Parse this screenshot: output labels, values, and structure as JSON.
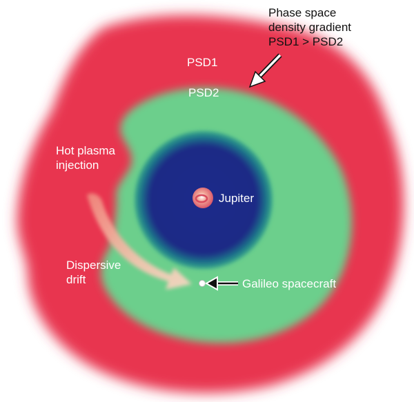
{
  "labels": {
    "gradient": [
      "Phase space",
      "density gradient",
      "PSD1 > PSD2"
    ],
    "psd1": "PSD1",
    "psd2": "PSD2",
    "injection": [
      "Hot plasma",
      "injection"
    ],
    "jupiter": "Jupiter",
    "drift": [
      "Dispersive",
      "drift"
    ],
    "galileo": "Galileo spacecraft"
  },
  "colors": {
    "outer_region": "#e8344f",
    "middle_region": "#6ccf8c",
    "inner_region": "#1a237e",
    "planet": "#e57a6a",
    "drift_arrow": "#f6c7b2",
    "background": "#ffffff"
  }
}
